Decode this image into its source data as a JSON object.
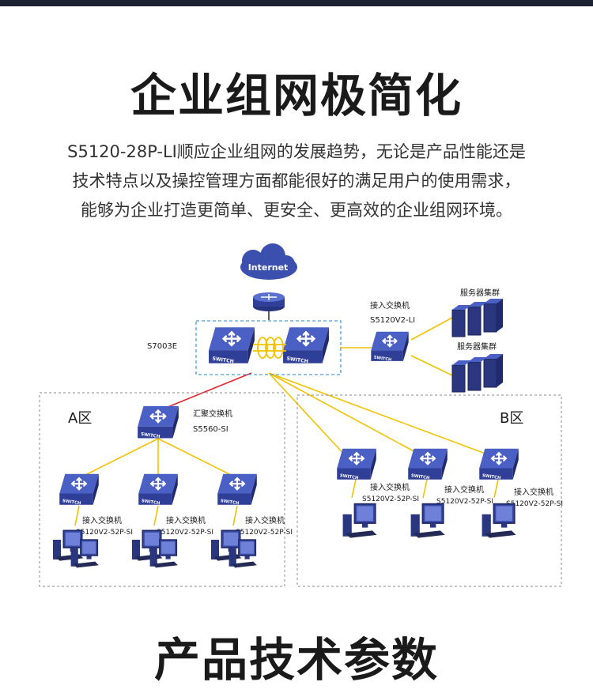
{
  "title": "企业组网极简化",
  "intro": [
    "S5120-28P-LI顺应企业组网的发展趋势，无论是产品性能还是",
    "技术特点以及操控管理方面都能很好的满足用户的使用需求，",
    "能够为企业打造更简单、更安全、更高效的企业组网环境。"
  ],
  "diagram": {
    "internet": "Internet",
    "core_label": "S7003E",
    "access_top": {
      "name": "接入交换机",
      "model": "S5120V2-LI"
    },
    "server_cluster": [
      "服务器集群",
      "服务器集群"
    ],
    "zone_a": "A区",
    "zone_b": "B区",
    "aggregation": {
      "name": "汇聚交换机",
      "model": "S5560-SI"
    },
    "access_switch": {
      "name": "接入交换机",
      "model": "S5120V2-52P-SI"
    },
    "switch_text": "SWITCH"
  },
  "section_title": "产品技术参数",
  "colors": {
    "switch": "#3b4fae",
    "switch_dark": "#26337d",
    "link": "#f2c200",
    "red_link": "#e3262f",
    "boundary": "#4a9fd8"
  }
}
